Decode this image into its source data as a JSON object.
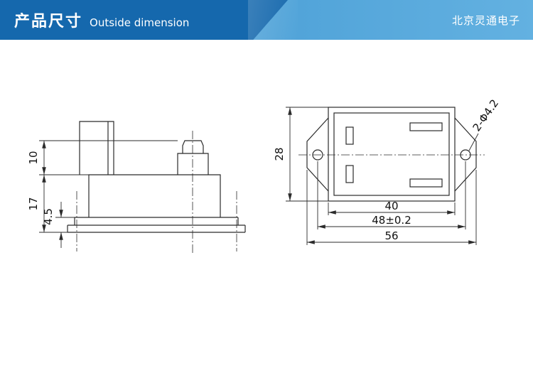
{
  "header": {
    "title_cn": "产品尺寸",
    "title_en": "Outside dimension",
    "company": "北京灵通电子"
  },
  "colors": {
    "header_dark": "#1568ad",
    "header_mid": "#3c94cf",
    "header_light": "#63b1e1",
    "line": "#2b2b2b",
    "text": "#111111",
    "background": "#ffffff"
  },
  "side_view": {
    "dim_terminal_height": "10",
    "dim_body_height": "17",
    "dim_base_thickness": "4.5"
  },
  "top_view": {
    "dim_height": "28",
    "dim_body_width": "40",
    "dim_hole_spacing": "48±0.2",
    "dim_overall_width": "56",
    "holes_label": "2-Φ4.2"
  }
}
